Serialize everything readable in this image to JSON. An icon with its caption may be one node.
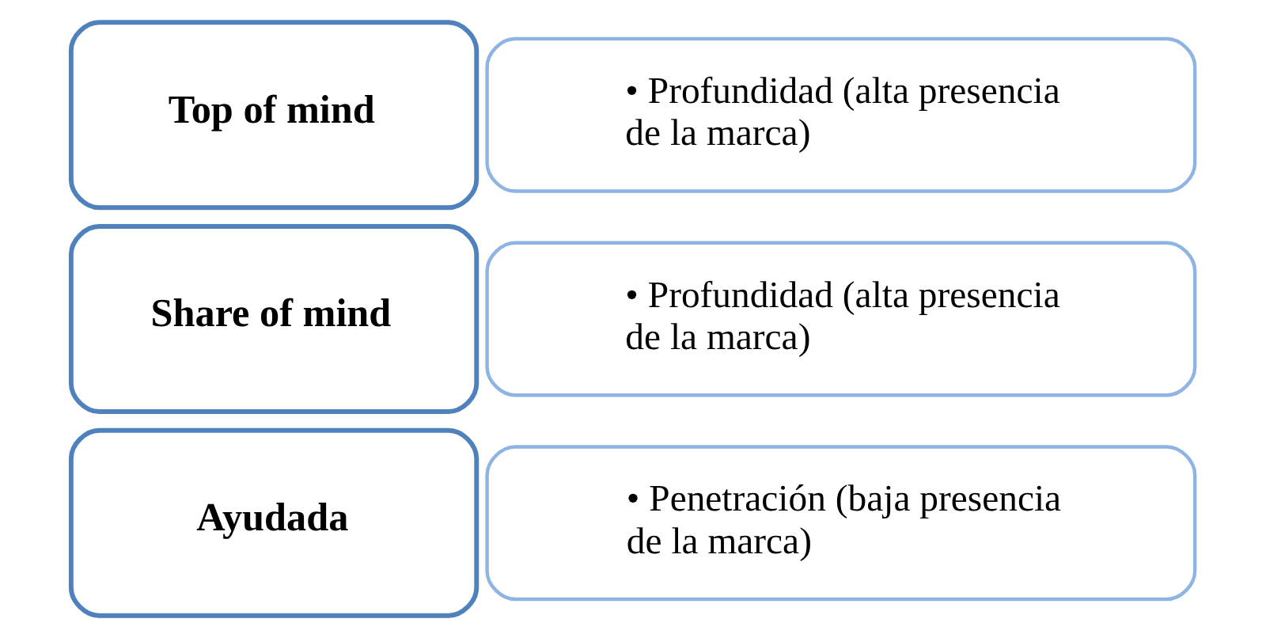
{
  "diagram": {
    "nodes": [
      {
        "text": [
          "Top of mind"
        ]
      },
      {
        "text": [
          "• Profundidad (alta presencia de la marca)"
        ]
      },
      {
        "text": [
          "Share of mind"
        ]
      },
      {
        "text": [
          "• Profundidad (alta presencia de la marca)"
        ]
      },
      {
        "text": [
          "Ayudada"
        ]
      },
      {
        "text": [
          "• Penetración (baja presencia de la marca)"
        ]
      }
    ]
  }
}
